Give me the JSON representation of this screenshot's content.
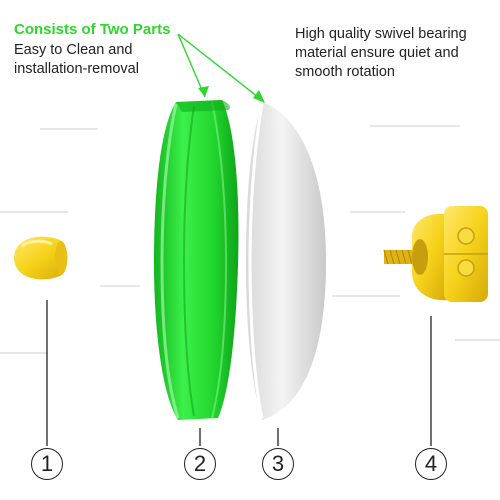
{
  "callouts": {
    "headline": "Consists of Two Parts",
    "left_description": "Easy to Clean and installation-removal",
    "right_description": "High quality swivel bearing material ensure quiet and smooth rotation"
  },
  "part_numbers": [
    "1",
    "2",
    "3",
    "4"
  ],
  "colors": {
    "accent_green": "#2ed62e",
    "wheel_green": "#1fd12a",
    "white_cover": "#ececec",
    "yellow_parts": "#f6d21a"
  }
}
